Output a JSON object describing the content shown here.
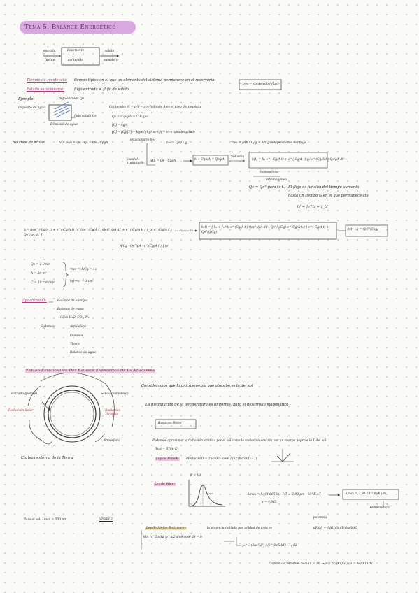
{
  "title": "Tema 5. Balance Energético",
  "block_diagram": {
    "in_top": "entrada",
    "in_bottom": "fuente",
    "box_top": "Reservorio",
    "box_bottom": "contenido",
    "out_top": "salida",
    "out_bottom": "sumidero"
  },
  "definitions": {
    "tiempo_label": "Tiempo de residencia:",
    "tiempo_text": "tiempo típico en el que un elemento del sistema permanece en el reservorio",
    "tau_formula": "τres = contenido / flujo",
    "estado_label": "Estado estacionario:",
    "estado_text": "flujo entrada = flujo de salida",
    "ejemplo_label": "Ejemplo:"
  },
  "tank": {
    "flujo_entrada": "flujo entrada Qe",
    "deposito_agua": "Depósito de agua",
    "flujo_salida": "flujo salida Qs",
    "deposito_vol": "Depósito de agua",
    "contenido_line": "Contenido:  N = ρ·V = ρ·A·h   donde  A es el área del depósito",
    "qs_line": "Qs = C·ρ·g·h = C·P·gμα",
    "units1": "[C] = kg/s",
    "units2": "[C] = [Q]/[P] = kg/s / (kg/(m·s²)) = m·s (una longitud)"
  },
  "balance": {
    "label": "Balance de Masa:",
    "eq1": "N = ρAh = Qe - Qs = Qe - Cρgh",
    "eq1b": "estacionario  h∞",
    "eq2": "h∞ = Qe / Cg",
    "eq3": "τres = ρAh / Cρg = A/Cg   independiente del flujo",
    "eq4_label": "caudal transitorio",
    "eq4": "ρAh = Qe - Cρgh",
    "eq5": "h + Cgh/A = Qe/ρA",
    "eq5b": "Solución",
    "eq6": "h(t) = h₀ e^(-Cg/A t) + e^(-Cg/A t) ∫₀ᵗ e^(Cg/A t') Qe/ρA dt'",
    "eq6b": "homogénea",
    "eq6c": "inhomogéneo",
    "qe_line": "Qe = Qe° para t>t₀",
    "note1": "El flujo es función del tiempo aumenta",
    "note2": "hasta un tiempo t₀ en el que permanece cte.",
    "integral_split": "∫₀ᵗ = ∫₀^t₀ + ∫_t₀ᵗ"
  },
  "long_eq": {
    "lhs": "h = h₀ e^(-Cg/A t) + e^(-Cg/A t) ∫₀^t₀ e^(Cg/A t') Qe(t')/ρA dt' + e^(-Cg/A t) [ ∫_t₀ᵗ e^(Cg/A t') Qe°/ρA dt' ]",
    "lhs2": "[ A/Cg · Qe°/ρA · e^(Cg/A t') ]_t₀ᵗ",
    "rhs": "h(t) = [ h₀ + ∫₀^t₀ e^(Cg/A t') Qe(t')/ρA dt' - Qe°/(ρCg) e^(Cg/A t₀) ] e^(-Cg/A t) + Qe°/(ρCg)",
    "limit": "h(t→∞) = Qe°/(Cρg)"
  },
  "values": {
    "qe": "Qe = 1 l/min",
    "a": "A = 20 m²",
    "c": "C = 10⁻⁶ m/min",
    "tres": "τres = A/Cg = 1s",
    "hlim": "h(t→∞) = 1 cm"
  },
  "aplicaciones": {
    "label": "Aplicaciones:",
    "items": [
      "Balance de energía",
      "Balance de masa",
      "Ciclo H₂O, CO₂, N₂"
    ],
    "sistemas_label": "Sistemas:",
    "sistemas": [
      "Atmósfera",
      "Océanos",
      "Tierra",
      "Balance de agua"
    ]
  },
  "section2": {
    "title": "Estado Estacionario Del Balance Energético De La Atmósfera",
    "earth_entrada": "Entrada (fuente)",
    "earth_radiacion": "Radiación Solar",
    "earth_salida": "Salida (sumidero)",
    "earth_rad_term": "Radiación Térmica",
    "earth_atm": "Atmósfera",
    "earth_corteza": "Corteza externa de la Tierra",
    "p1": "Consideramos que la única energía que absorbe es la del sol",
    "p2": "La distribución de la temperatura es uniforme, para el desarrollo matemático",
    "rad_title": "Radiación Solar",
    "p3": "Podemos aproximar la radiación emitida por el sol como la radiación emitida por un cuerpo negro a la T del sol",
    "t_sol": "Tsol = 5780 K",
    "planck_label": "Ley de Planck:",
    "planck_eq": "dP/dAdλdΩ = 2hc²/λ⁵ · cosθ / (e^(hc/λkT) - 1)",
    "wien_label": "Ley de Wien:",
    "wien_p": "P = I/λ",
    "wien_eq": "λmax = hc/(4,965 k) · 1/T ≈ 2,90 μm · 10³ K / T",
    "wien_x": "x = 4,965",
    "wien_box": "λmax = 2,90·10⁻³ m/K μm",
    "wien_temp": "Temperatura",
    "visible_line": "Para el sol:  λmax = 500 nm",
    "visible": "VISIBLE",
    "sb_label": "Ley de Stefan-Boltzmann:",
    "sb_text": "la potencia radiada por unidad de área es",
    "sb_eq": "dP/dA = ∫dΩ∫dλ dP/dAdλdΩ",
    "potencia": "potencia",
    "sb_int1": "∫dA ∫₀^2π dφ ∫₀^π/2 sinθ cosθ dθ = π",
    "sb_int2": "∫₀^∞ (2hc²/λ⁵) / (e^(hc/λkT) - 1) dλ",
    "cambio": "Cambio de variable:  hc/λkT = 1/x  →  λ = hc/(kT)·x ;  dλ = hc/(kT) dx"
  }
}
